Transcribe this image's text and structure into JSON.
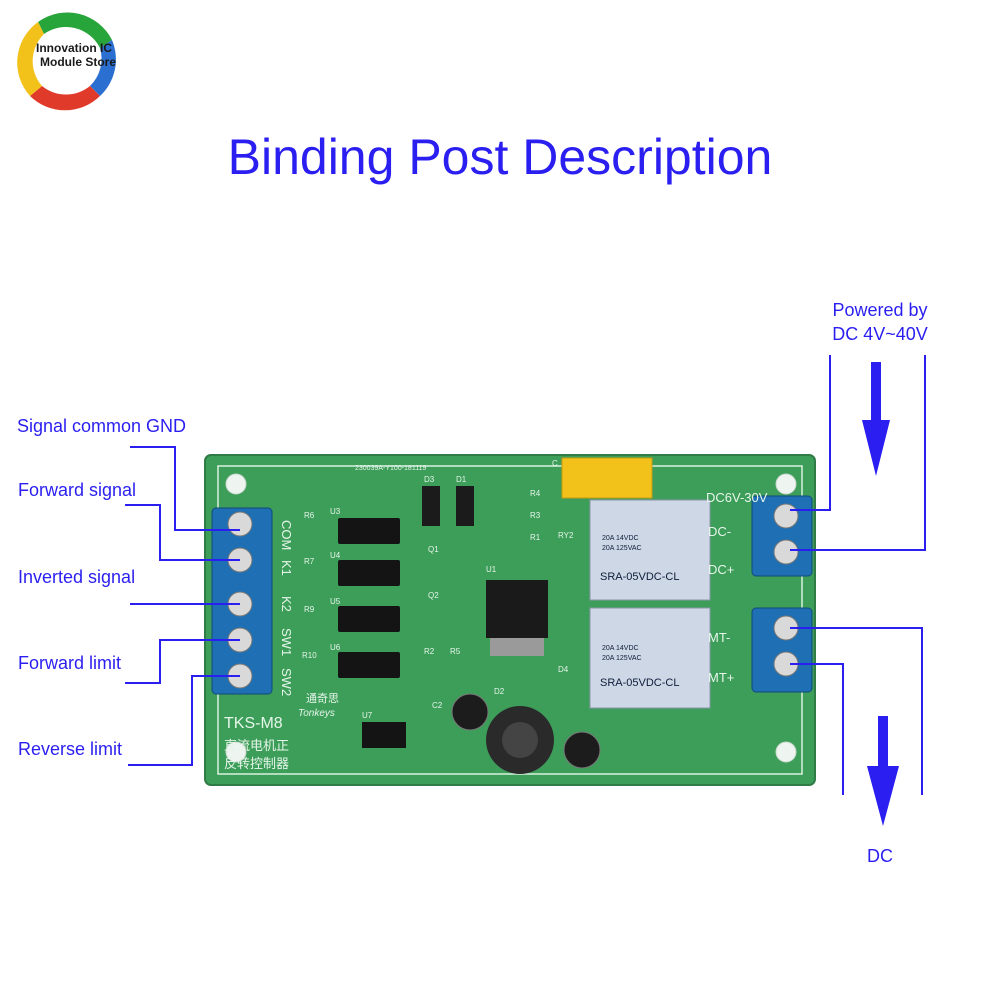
{
  "logo": {
    "line1": "Innovation IC",
    "line2": "Module Store"
  },
  "title": "Binding Post Description",
  "left_labels": [
    "Signal common GND",
    "Forward signal",
    "Inverted signal",
    "Forward limit",
    "Reverse limit"
  ],
  "right_labels": {
    "power_line1": "Powered by",
    "power_line2": "DC 4V~40V",
    "motor": "DC"
  },
  "board": {
    "serial": "230039A-Y100-181119",
    "left_terminals": [
      "COM",
      "K1",
      "K2",
      "SW1",
      "SW2"
    ],
    "right_terminals": [
      "DC6V-30V",
      "DC-",
      "DC+",
      "MT-",
      "MT+"
    ],
    "model": "TKS-M8",
    "brand_cn": "通奇思",
    "brand_en": "Tonkeys",
    "desc_line1": "直流电机正",
    "desc_line2": "反转控制器",
    "components": [
      "R6",
      "U3",
      "R7",
      "U4",
      "R9",
      "U5",
      "R10",
      "U6",
      "U7",
      "D3",
      "D1",
      "Q1",
      "Q2",
      "U1",
      "R2",
      "R5",
      "C2",
      "D2",
      "D4",
      "R4",
      "R3",
      "R1",
      "RY2",
      "C"
    ],
    "relays": [
      {
        "spec1": "20A 14VDC",
        "spec2": "20A 125VAC",
        "model": "SRA-05VDC-CL"
      },
      {
        "spec1": "20A 14VDC",
        "spec2": "20A 125VAC",
        "model": "SRA-05VDC-CL"
      }
    ]
  },
  "colors": {
    "label_blue": "#2a1ff0",
    "line_blue": "#2a1ff0",
    "pcb_green": "#3d9e5a",
    "terminal_blue": "#1e6fb3",
    "arrow_blue": "#2a1ff0"
  }
}
